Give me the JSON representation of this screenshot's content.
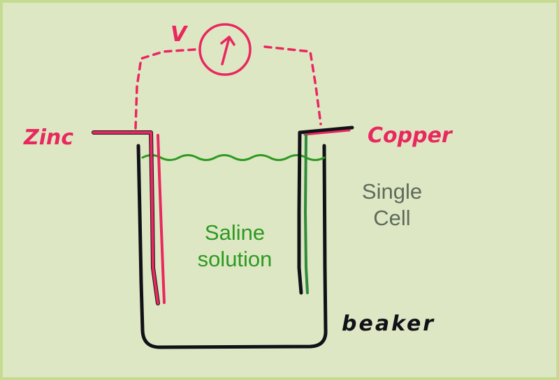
{
  "diagram": {
    "labels": {
      "zinc": "Zinc",
      "copper": "Copper",
      "voltmeter": "V",
      "beaker": "beaker",
      "solution": [
        "Saline",
        "solution"
      ],
      "cell": [
        "Single",
        "Cell"
      ]
    },
    "colors": {
      "background": "#dee7c4",
      "border": "#c5db8f",
      "ink_red": "#e8285e",
      "ink_green": "#2d9a21",
      "ink_black": "#111118",
      "text_gray_green": "#5d6b5b"
    },
    "icons": {
      "meter": "voltmeter-arrow-icon"
    }
  }
}
